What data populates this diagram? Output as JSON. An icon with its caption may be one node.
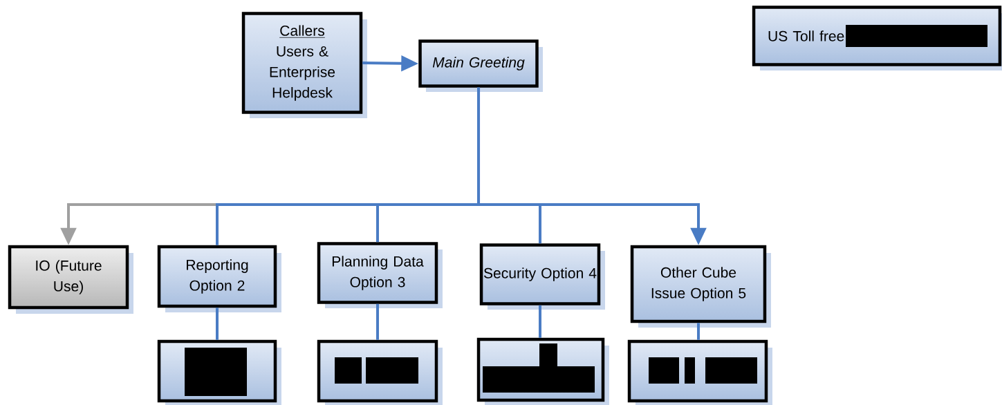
{
  "diagram": {
    "nodes": [
      {
        "text": [
          "Callers",
          "Users & Enterprise Helpdesk"
        ]
      },
      {
        "text": [
          "Main Greeting"
        ]
      },
      {
        "text": [
          "US Toll free"
        ]
      },
      {
        "text": [
          "IO (Future Use)"
        ]
      },
      {
        "text": [
          "Reporting Option 2"
        ]
      },
      {
        "text": [
          "Planning Data Option 3"
        ]
      },
      {
        "text": [
          "Security Option 4"
        ]
      },
      {
        "text": [
          "Other Cube Issue Option 5"
        ]
      },
      {
        "text": [],
        "shape": "box"
      },
      {
        "text": [],
        "shape": "box"
      },
      {
        "text": [],
        "shape": "box"
      },
      {
        "text": [],
        "shape": "box"
      }
    ],
    "edges": [
      {
        "from": 0,
        "to": 1,
        "arrow": "to"
      },
      {
        "from": 1,
        "to": 3,
        "arrow": "to",
        "color": "#a0a0a0"
      },
      {
        "from": 1,
        "to": 4,
        "arrow": "none"
      },
      {
        "from": 1,
        "to": 5,
        "arrow": "none"
      },
      {
        "from": 1,
        "to": 6,
        "arrow": "none"
      },
      {
        "from": 1,
        "to": 7,
        "arrow": "to"
      },
      {
        "from": 4,
        "to": 8,
        "arrow": "none"
      },
      {
        "from": 5,
        "to": 9,
        "arrow": "none"
      },
      {
        "from": 6,
        "to": 10,
        "arrow": "none"
      },
      {
        "from": 7,
        "to": 11,
        "arrow": "none"
      }
    ]
  }
}
